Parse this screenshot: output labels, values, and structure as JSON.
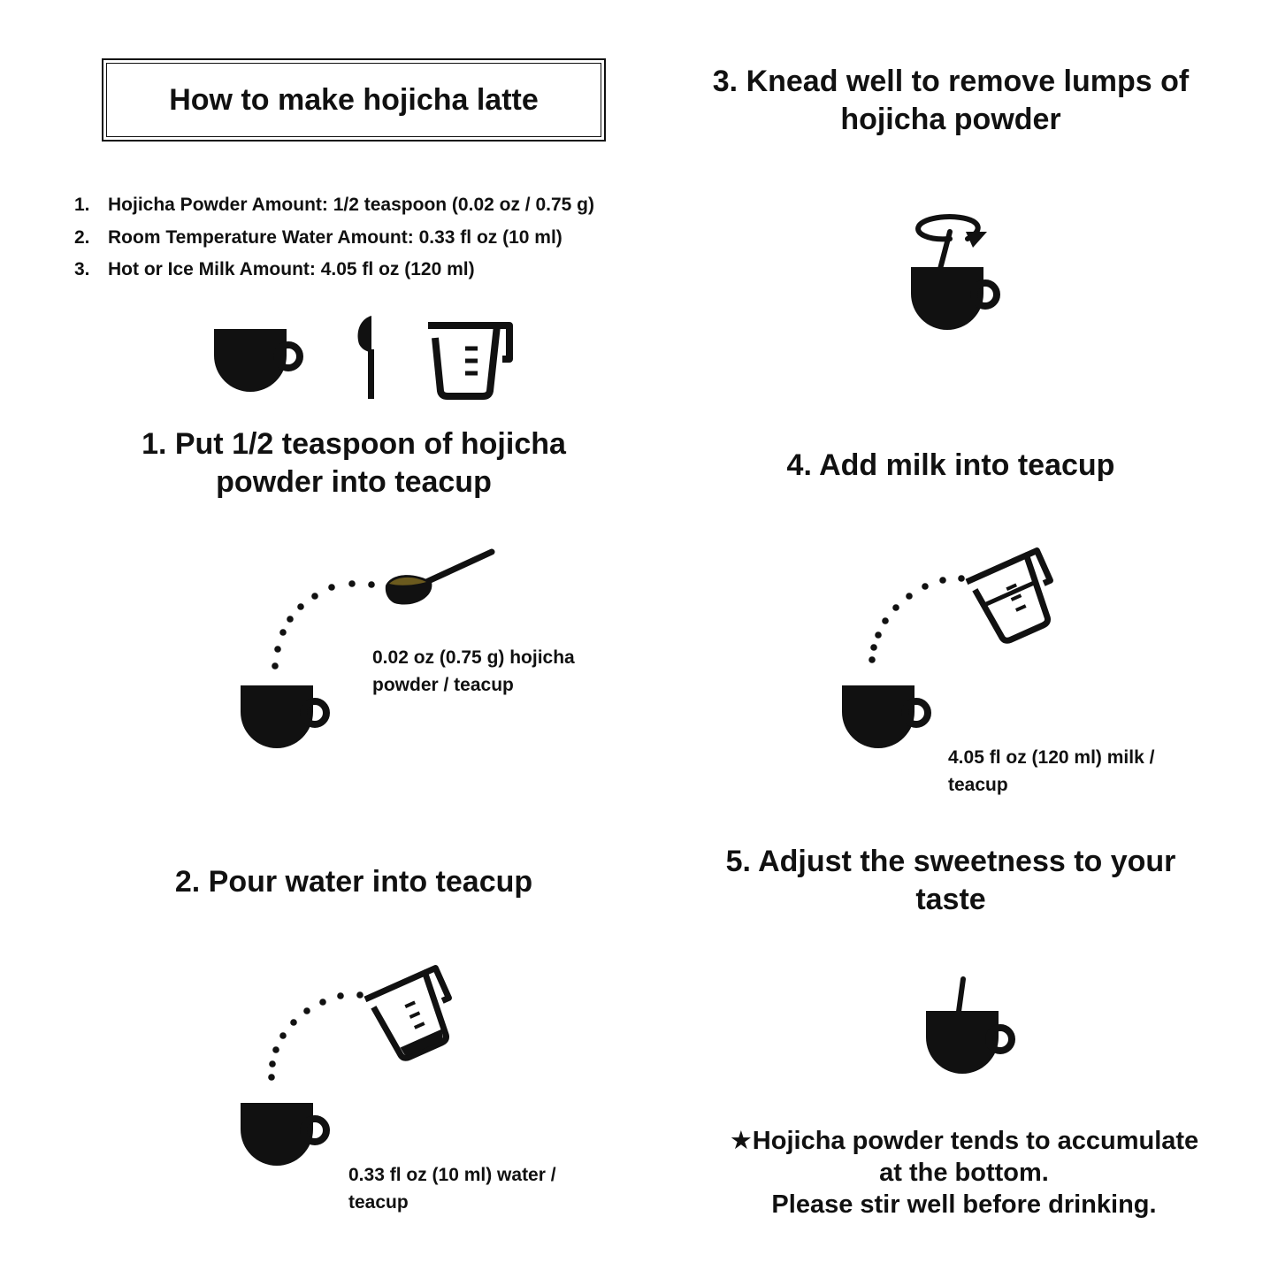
{
  "header": {
    "title": "How to make hojicha latte"
  },
  "ingredients": [
    {
      "num": "1.",
      "text": "Hojicha Powder Amount: 1/2 teaspoon (0.02 oz / 0.75 g)"
    },
    {
      "num": "2.",
      "text": "Room Temperature Water Amount: 0.33 fl oz  (10 ml)"
    },
    {
      "num": "3.",
      "text": "Hot or Ice Milk Amount: 4.05 fl oz (120 ml)"
    }
  ],
  "steps": {
    "step1": {
      "title_line1": "1. Put 1/2 teaspoon of hojicha",
      "title_line2": "powder into teacup",
      "caption_line1": "0.02 oz (0.75 g) hojicha",
      "caption_line2": "powder / teacup"
    },
    "step2": {
      "title": "2. Pour water into teacup",
      "caption_line1": "0.33 fl oz (10 ml) water /",
      "caption_line2": "teacup"
    },
    "step3": {
      "title_line1": "3. Knead well to remove lumps of",
      "title_line2": "hojicha powder"
    },
    "step4": {
      "title": "4. Add milk into teacup",
      "caption_line1": "4.05 fl oz (120 ml) milk /",
      "caption_line2": "teacup"
    },
    "step5": {
      "title_line1": "5. Adjust the sweetness to your",
      "title_line2": "taste"
    }
  },
  "note": {
    "line1": "★Hojicha powder tends to accumulate",
    "line2": "at the bottom.",
    "line3": "Please stir well before drinking."
  },
  "icons": [
    "teacup-icon",
    "spoon-icon",
    "measuring-cup-icon",
    "stir-arrow-icon"
  ],
  "colors": {
    "ink": "#111111",
    "powder": "#6b5a1e",
    "background": "#ffffff"
  }
}
